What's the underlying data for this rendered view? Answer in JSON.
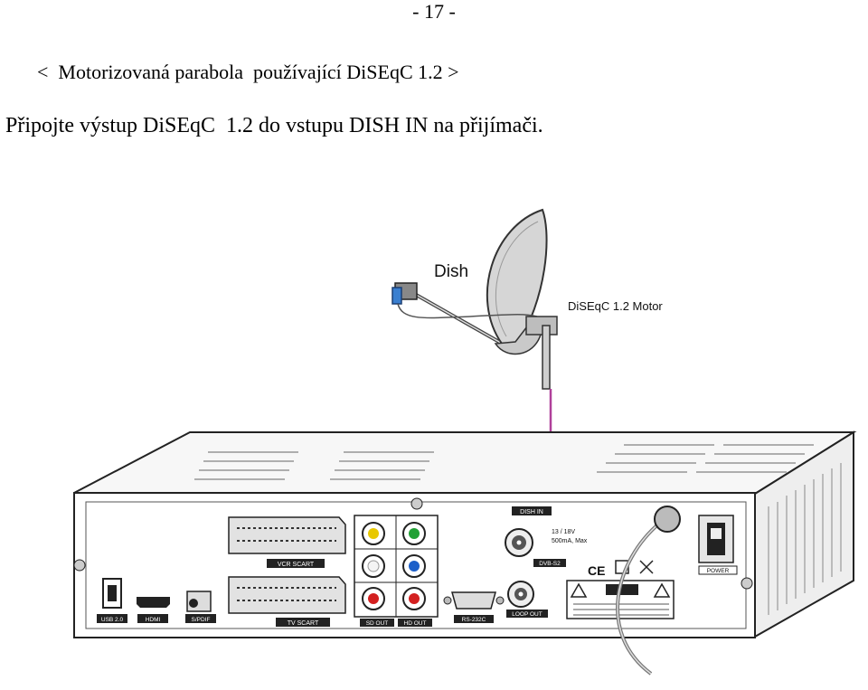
{
  "page": {
    "number": "- 17 -",
    "heading": "<  Motorizovaná parabola  používající DiSEqC 1.2 >",
    "instruction": "Připojte výstup DiSEqC  1.2 do vstupu DISH IN na přijímači."
  },
  "diagram": {
    "dish_label": "Dish",
    "motor_label": "DiSEqC 1.2 Motor",
    "cable_color": "#b0409a",
    "panel": {
      "dish_in": "DISH IN",
      "dish_in_spec_line1": "13 / 18V",
      "dish_in_spec_line2": "500mA, Max",
      "dvb_s2": "DVB-S2",
      "loop_out": "LOOP OUT",
      "vcr_scart": "VCR SCART",
      "tv_scart": "TV SCART",
      "sd_out": "SD OUT",
      "hd_out": "HD OUT",
      "rs232c": "RS-232C",
      "usb": "USB 2.0",
      "hdmi": "HDMI",
      "spdif": "S/PDIF",
      "power": "POWER",
      "ce_mark": "CE"
    }
  }
}
